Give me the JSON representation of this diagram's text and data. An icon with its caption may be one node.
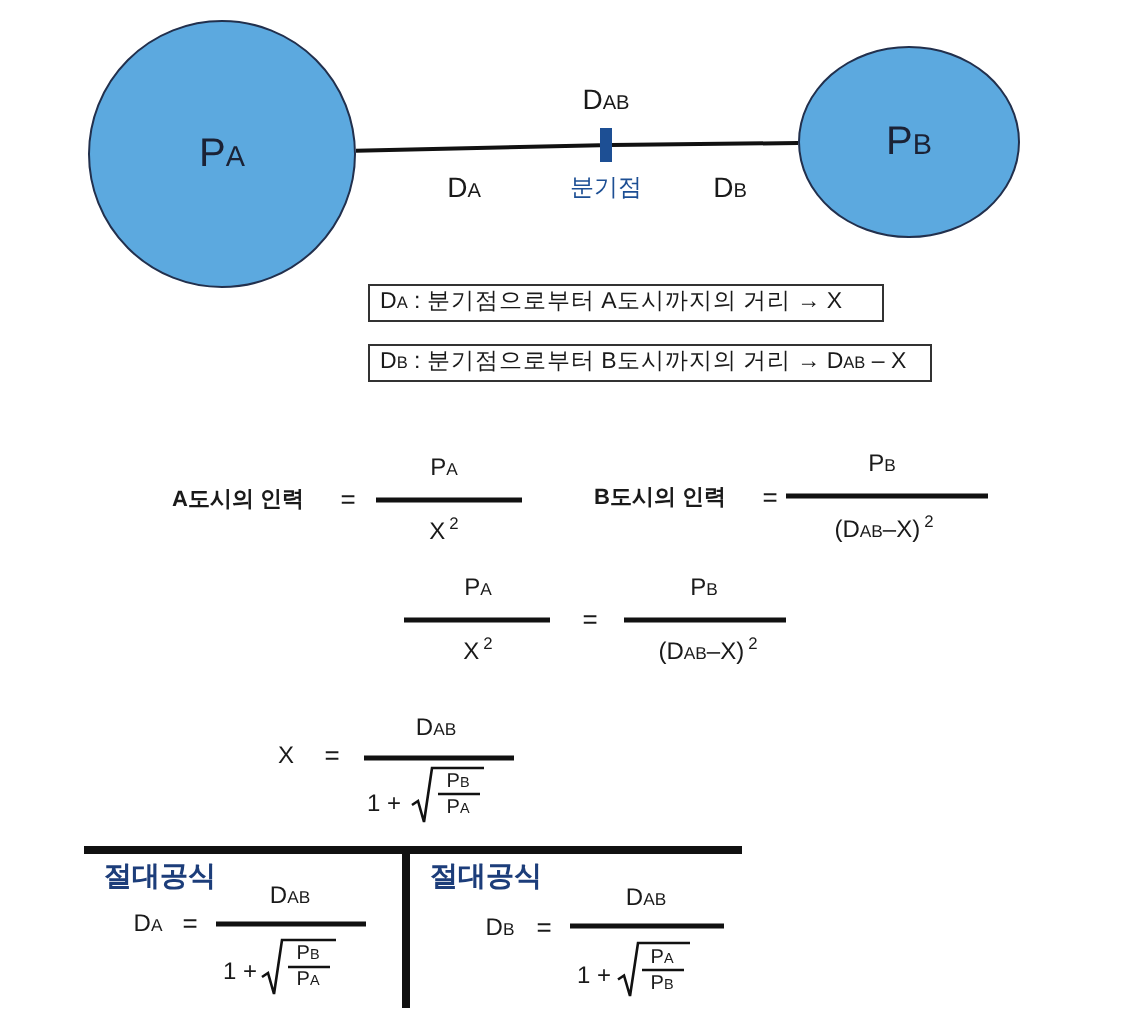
{
  "diagram": {
    "nodes": [
      {
        "text": [
          "P$_{A}$"
        ]
      },
      {
        "text": [
          "P$_{B}$"
        ]
      },
      {
        "text": [],
        "shape": "bar",
        "beside": [
          "분기점"
        ]
      },
      {
        "text": [
          "D$_{A}$ : 분기점으로부터 A도시까지의 거리 → X"
        ]
      },
      {
        "text": [
          "D$_{B}$ : 분기점으로부터 B도시까지의 거리 → D$_{AB}$ – X"
        ]
      }
    ],
    "edges": [
      {
        "from": 0,
        "to": 2,
        "arrow": "none",
        "label": "D$_{A}$"
      },
      {
        "from": 2,
        "to": 1,
        "arrow": "none",
        "label": "D$_{B}$"
      }
    ],
    "labels": [
      "D$_{AB}$",
      "A도시의 인력",
      "=",
      "P$_{A}$",
      "X$^{2}$",
      "B도시의 인력",
      "=",
      "P$_{B}$",
      "(D$_{AB}$–X)$^{2}$",
      "P$_{A}$",
      "X$^{2}$",
      "=",
      "P$_{B}$",
      "(D$_{AB}$–X)$^{2}$",
      "X",
      "=",
      "D$_{AB}$",
      "1 +",
      "P$_{B}$",
      "P$_{A}$",
      "절대공식",
      "D$_{A}$",
      "=",
      "D$_{AB}$",
      "1 +",
      "P$_{B}$",
      "P$_{A}$",
      "절대공식",
      "D$_{B}$",
      "=",
      "D$_{AB}$",
      "1 +",
      "P$_{A}$",
      "P$_{B}$"
    ]
  }
}
